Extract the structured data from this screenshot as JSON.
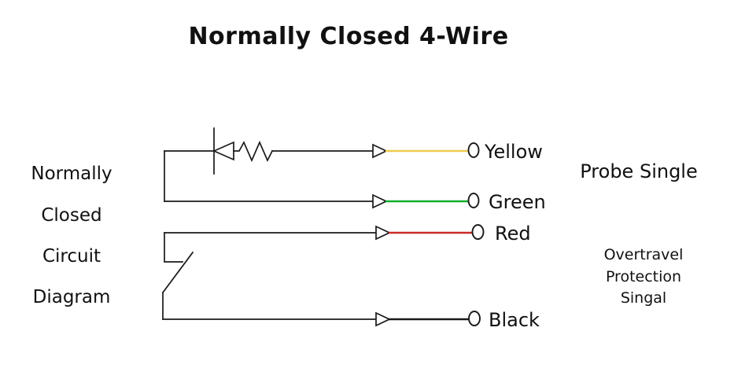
{
  "title": "Normally Closed 4-Wire",
  "left_caption": {
    "lines": [
      "Normally",
      "Closed",
      "Circuit",
      "Diagram"
    ]
  },
  "wires": [
    {
      "id": "yellow",
      "label": "Yellow"
    },
    {
      "id": "green",
      "label": "Green"
    },
    {
      "id": "red",
      "label": "Red"
    },
    {
      "id": "black",
      "label": "Black"
    }
  ],
  "right_captions": {
    "probe": "Probe Single",
    "overtravel": {
      "lines": [
        "Overtravel",
        "Protection",
        "Singal"
      ]
    }
  },
  "colors": {
    "diagram_line": "#1a1a1a",
    "yellow_wire": "#edcb4f",
    "yellow_label": "#f58634",
    "green_wire": "#0fae2b",
    "green_label": "#1a9e2c",
    "red_wire": "#cc2a26",
    "red_label": "#e03128",
    "black_wire": "#1a1a1a",
    "black_label": "#111111",
    "background": "#ffffff"
  }
}
